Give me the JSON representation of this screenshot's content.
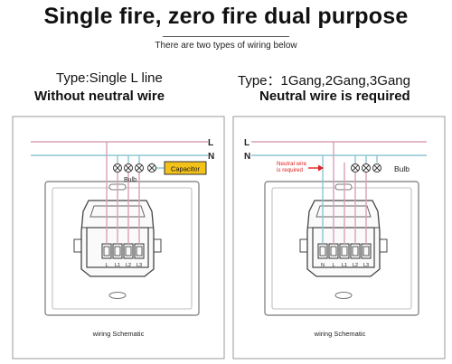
{
  "title": "Single fire, zero fire dual purpose",
  "subtitle": "There are two types of wiring below",
  "panels": [
    {
      "type_heading": "Type:Single L line",
      "requirement": "Without neutral wire",
      "line_labels": [
        "L",
        "N"
      ],
      "bulb_label": "Bulb",
      "capacitor_label": "Capacitor",
      "terminals": [
        "L",
        "L1",
        "L2",
        "L3"
      ],
      "footer": "wiring Schematic"
    },
    {
      "type_heading": "Type：1Gang,2Gang,3Gang",
      "requirement": "Neutral wire is required",
      "line_labels": [
        "L",
        "N"
      ],
      "bulb_label": "Bulb",
      "neutral_note": [
        "Neutral wire",
        "is required"
      ],
      "terminals": [
        "N",
        "L",
        "L1",
        "L2",
        "L3"
      ],
      "footer": "wiring Schematic"
    }
  ],
  "colors": {
    "line_wire": "#d8a0b8",
    "neutral_wire": "#8cc7d0",
    "note_red": "#e02020",
    "capacitor_fill": "#f2c21a"
  }
}
